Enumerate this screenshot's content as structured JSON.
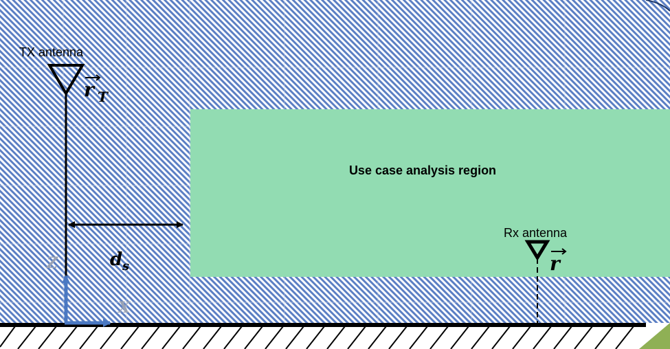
{
  "labels": {
    "tx_antenna": "TX antenna",
    "rx_antenna": "Rx antenna",
    "region": "Use case analysis region",
    "tx_position_symbol": "r",
    "tx_position_subscript": "T",
    "rx_position_symbol": "r",
    "distance_symbol": "d",
    "distance_subscript": "s",
    "axis_z": "Z",
    "axis_x": "X"
  },
  "colors": {
    "hatch_fill": "#5b7fc4",
    "region_fill": "#92dcb2",
    "axis_arrow": "#4a78c2",
    "axis_letter": "#9aa3b5",
    "ground_stripe": "#c6d88a",
    "line": "#000000"
  }
}
